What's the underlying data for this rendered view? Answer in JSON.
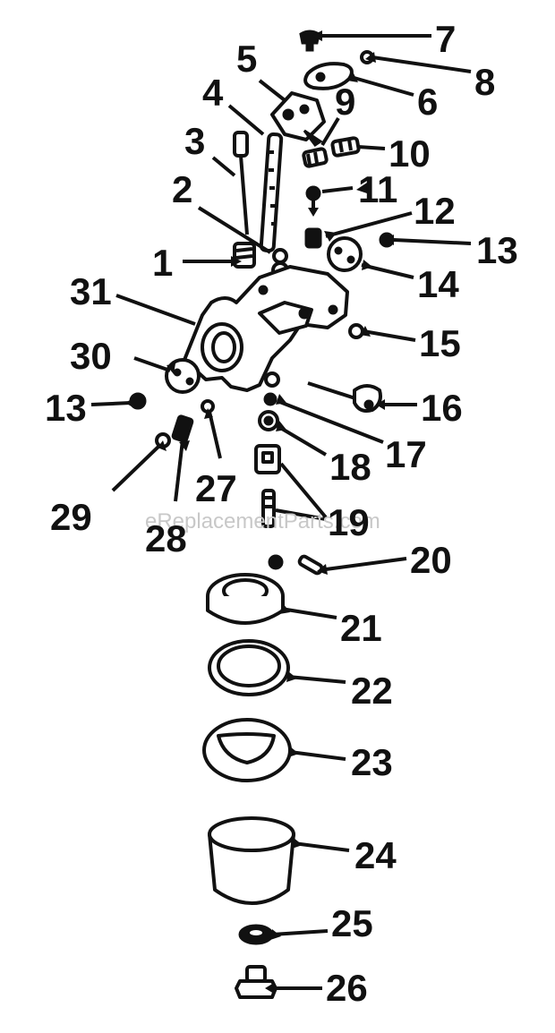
{
  "watermark": "eReplacementParts.com",
  "labels": {
    "n1": "1",
    "n2": "2",
    "n3": "3",
    "n4": "4",
    "n5": "5",
    "n6": "6",
    "n7": "7",
    "n8": "8",
    "n9": "9",
    "n10": "10",
    "n11": "11",
    "n12": "12",
    "n13a": "13",
    "n13b": "13",
    "n14": "14",
    "n15": "15",
    "n16": "16",
    "n17": "17",
    "n18": "18",
    "n19": "19",
    "n20": "20",
    "n21": "21",
    "n22": "22",
    "n23": "23",
    "n24": "24",
    "n25": "25",
    "n26": "26",
    "n27": "27",
    "n28": "28",
    "n29": "29",
    "n30": "30",
    "n31": "31"
  }
}
